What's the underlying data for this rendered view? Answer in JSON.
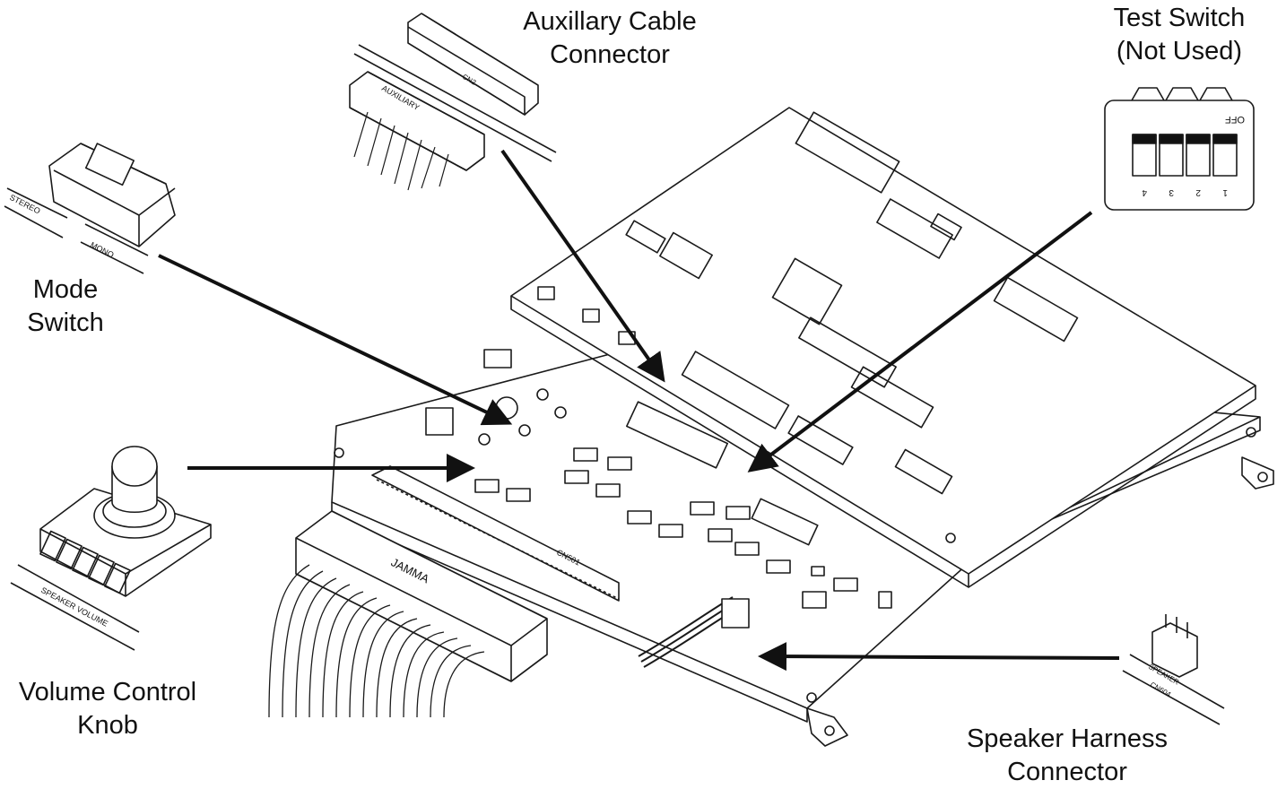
{
  "callouts": {
    "aux": [
      "Auxillary Cable",
      "Connector"
    ],
    "test": [
      "Test Switch",
      "(Not Used)"
    ],
    "mode": [
      "Mode",
      "Switch"
    ],
    "volume": [
      "Volume Control",
      "Knob"
    ],
    "speaker": [
      "Speaker Harness",
      "Connector"
    ]
  },
  "part_labels": {
    "stereo": "STEREO",
    "mono": "MONO",
    "auxiliary": "AUXILIARY",
    "cn2": "CN2",
    "speaker_volume": "SPEAKER VOLUME",
    "jamma": "JAMMA",
    "cn501": "CN501",
    "speaker": "SPEAKER",
    "cn604": "CN604",
    "off": "OFF",
    "dip": [
      "4",
      "3",
      "2",
      "1"
    ]
  },
  "colors": {
    "ink": "#111111",
    "line": "#1a1a1a",
    "paper": "#ffffff"
  }
}
